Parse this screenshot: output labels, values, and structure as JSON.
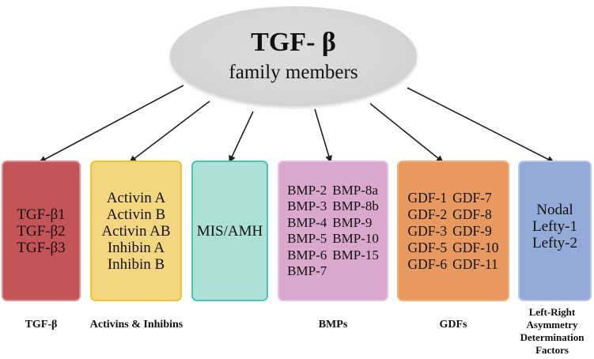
{
  "center": {
    "title": "TGF- β",
    "subtitle": "family members"
  },
  "groups": [
    {
      "caption": "TGF-β",
      "color": "#c45457",
      "border": "#dc8d8f",
      "members": [
        "TGF-β1",
        "TGF-β2",
        "TGF-β3"
      ]
    },
    {
      "caption": "Activins & Inhibins",
      "color": "#f4d681",
      "border": "#edc52f",
      "members": [
        "Activin A",
        "Activin B",
        "Activin AB",
        "Inhibin A",
        "Inhibin B"
      ]
    },
    {
      "caption": "",
      "color": "#ade1d8",
      "border": "#4bc4b2",
      "members": [
        "MIS/AMH"
      ]
    },
    {
      "caption": "BMPs",
      "color": "#d9a8cc",
      "border": "#e6c3dc",
      "members_left": [
        "BMP-2",
        "BMP-3",
        "BMP-4",
        "BMP-5",
        "BMP-6",
        "BMP-7"
      ],
      "members_right": [
        "BMP-8a",
        "BMP-8b",
        "BMP-9",
        "BMP-10",
        "BMP-15"
      ]
    },
    {
      "caption": "GDFs",
      "color": "#e8995f",
      "border": "#f0b07f",
      "members_left": [
        "GDF-1",
        "GDF-2",
        "GDF-3",
        "GDF-5",
        "GDF-6"
      ],
      "members_right": [
        "GDF-7",
        "GDF-8",
        "GDF-9",
        "GDF-10",
        "GDF-11"
      ]
    },
    {
      "caption_lines": [
        "Left-Right",
        "Asymmetry",
        "Determination",
        "Factors"
      ],
      "color": "#94aad7",
      "border": "#b9c8e6",
      "members": [
        "Nodal",
        "Lefty-1",
        "Lefty-2"
      ]
    }
  ]
}
